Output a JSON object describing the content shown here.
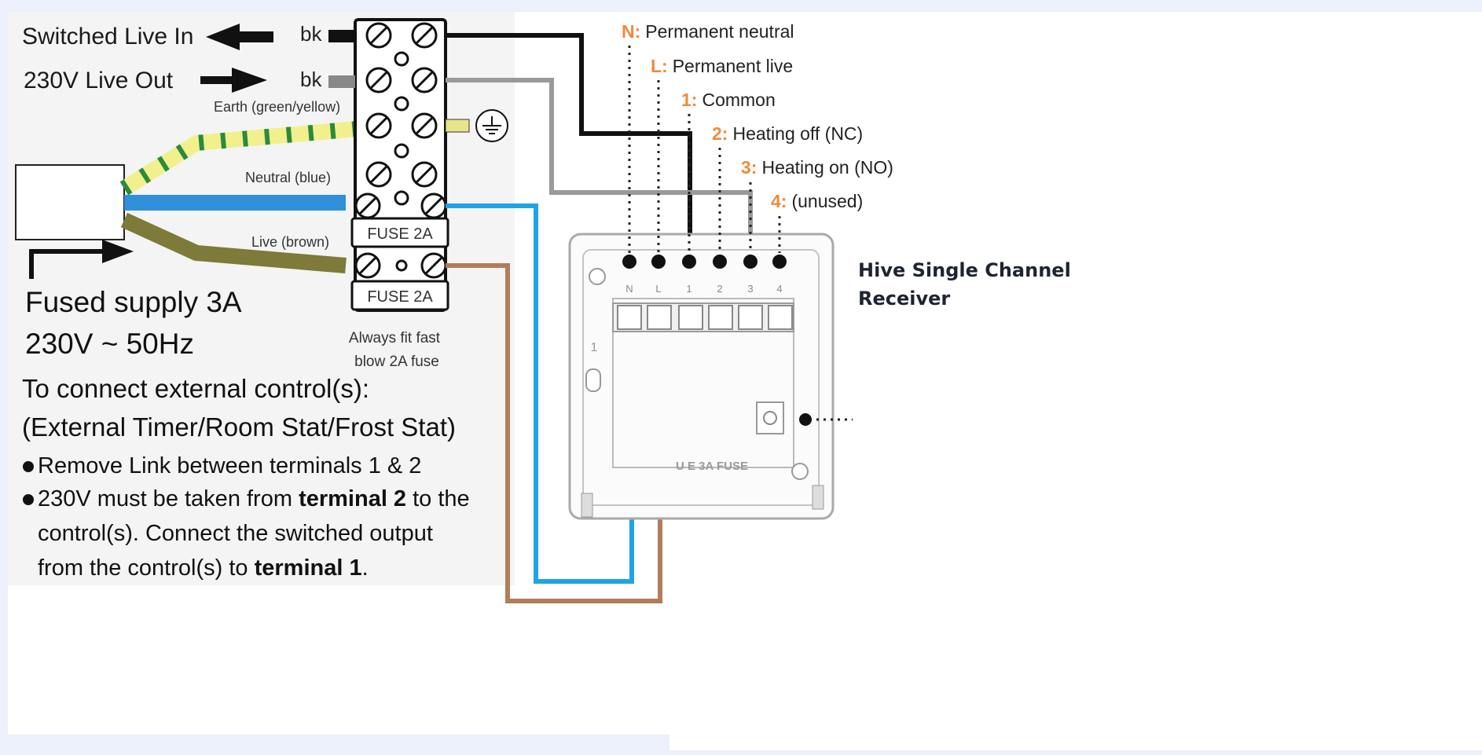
{
  "left_labels": {
    "switched_live_in": "Switched Live In",
    "live_out": "230V Live Out",
    "bk_top": "bk",
    "bk_second": "bk",
    "earth": "Earth (green/yellow)",
    "neutral": "Neutral (blue)",
    "live": "Live (brown)",
    "fuse_upper": "FUSE 2A",
    "fuse_lower": "FUSE 2A",
    "fit_fuse_line1": "Always fit fast",
    "fit_fuse_line2": "blow 2A fuse"
  },
  "supply": {
    "line1": "Fused supply 3A",
    "line2": "230V ~ 50Hz"
  },
  "instructions": {
    "heading": "To connect external control(s):",
    "subheading": "(External Timer/Room Stat/Frost Stat)",
    "bullet1": "Remove Link between terminals 1 & 2",
    "bullet2_a": "230V must be taken from",
    "bullet2_bold": "terminal 2",
    "bullet2_b": "to the",
    "bullet2_line2": "control(s). Connect the switched output",
    "bullet2_line3_a": "from the control(s) to",
    "bullet2_line3_bold": "terminal 1",
    "bullet2_line3_end": "."
  },
  "terminals": [
    {
      "key": "N:",
      "desc": "Permanent neutral"
    },
    {
      "key": "L:",
      "desc": "Permanent live"
    },
    {
      "key": "1:",
      "desc": "Common"
    },
    {
      "key": "2:",
      "desc": "Heating off (NC)"
    },
    {
      "key": "3:",
      "desc": "Heating on (NO)"
    },
    {
      "key": "4:",
      "desc": "(unused)"
    }
  ],
  "receiver": {
    "title_line1": "Hive Single Channel",
    "title_line2": "Receiver",
    "terminal_marks": [
      "N",
      "L",
      "1",
      "2",
      "3",
      "4"
    ],
    "base_label": "U E  3A  FUSE",
    "side_mark": "1"
  },
  "colors": {
    "black_wire": "#111111",
    "grey_wire": "#999999",
    "blue_wire": "#1ea4e6",
    "brown_wire": "#b27c5c",
    "terminal_orange": "#f08a3c"
  }
}
